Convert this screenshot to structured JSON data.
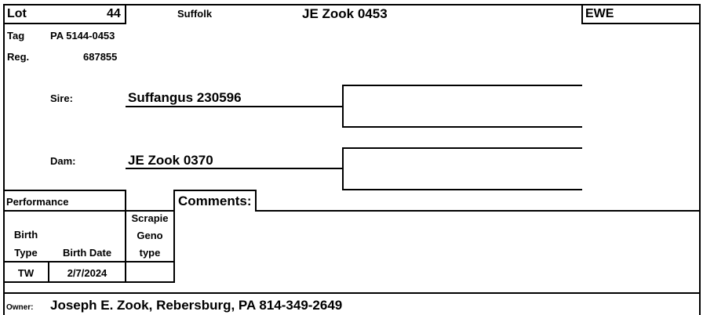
{
  "header": {
    "lot_label": "Lot",
    "lot_value": "44",
    "breed": "Suffolk",
    "name": "JE Zook 0453",
    "sex": "EWE"
  },
  "ids": {
    "tag_label": "Tag",
    "tag_value": "PA 5144-0453",
    "reg_label": "Reg.",
    "reg_value": "687855"
  },
  "pedigree": {
    "sire_label": "Sire:",
    "sire_value": "Suffangus 230596",
    "dam_label": "Dam:",
    "dam_value": "JE Zook 0370"
  },
  "performance": {
    "title": "Performance",
    "comments_label": "Comments:",
    "columns": [
      {
        "line1": "Birth",
        "line2": "Type"
      },
      {
        "line1": "Birth Date"
      },
      {
        "line1": "Scrapie",
        "line2": "Geno",
        "line3": "type"
      }
    ],
    "row": [
      "TW",
      "2/7/2024",
      ""
    ]
  },
  "owner": {
    "label": "Owner:",
    "value": "Joseph E. Zook, Rebersburg, PA 814-349-2649"
  }
}
